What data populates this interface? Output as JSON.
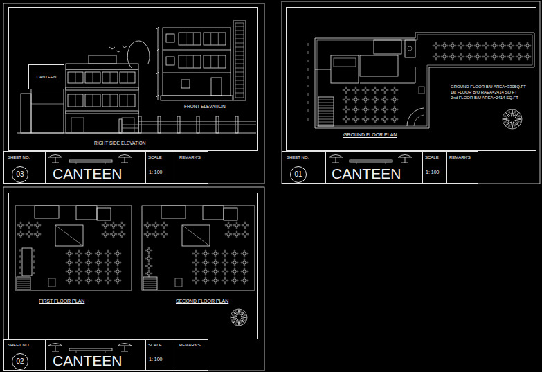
{
  "diagram": {
    "nodes": [
      {
        "text": [
          "RIGHT SIDE ELEVATION",
          "FRONT ELEVATION"
        ]
      },
      {
        "text": [
          "CANTEEN"
        ],
        "in": 0
      },
      {
        "text": [
          "SHEET NO."
        ]
      },
      {
        "text": [
          "03"
        ],
        "in": 2
      },
      {
        "text": [
          "CANTEEN"
        ]
      },
      {
        "text": [
          "SCALE",
          "1: 100"
        ]
      },
      {
        "text": [
          "REMARK'S"
        ]
      },
      {
        "text": [
          "GROUND FLOOR PLAN",
          "GROUND FLOOR B/U AREA=3305Q.FT",
          "1st FLOOR B/U RAEA=2414 SQ FT",
          "2nd FLOOR B/U AREA=2414 SQ.FT"
        ]
      },
      {
        "text": [
          "SHEET NO."
        ]
      },
      {
        "text": [
          "01"
        ],
        "in": 8
      },
      {
        "text": [
          "CANTEEN"
        ]
      },
      {
        "text": [
          "SCALE",
          "1: 100"
        ]
      },
      {
        "text": [
          "REMARK'S"
        ]
      },
      {
        "text": [
          "FIRST FLOOR PLAN",
          "SECOND FLOOR PLAN"
        ]
      },
      {
        "text": [
          "SHEET NO."
        ]
      },
      {
        "text": [
          "02"
        ],
        "in": 14
      },
      {
        "text": [
          "CANTEEN"
        ]
      },
      {
        "text": [
          "SCALE",
          "1: 100"
        ]
      },
      {
        "text": [
          "REMARK'S"
        ]
      }
    ]
  }
}
